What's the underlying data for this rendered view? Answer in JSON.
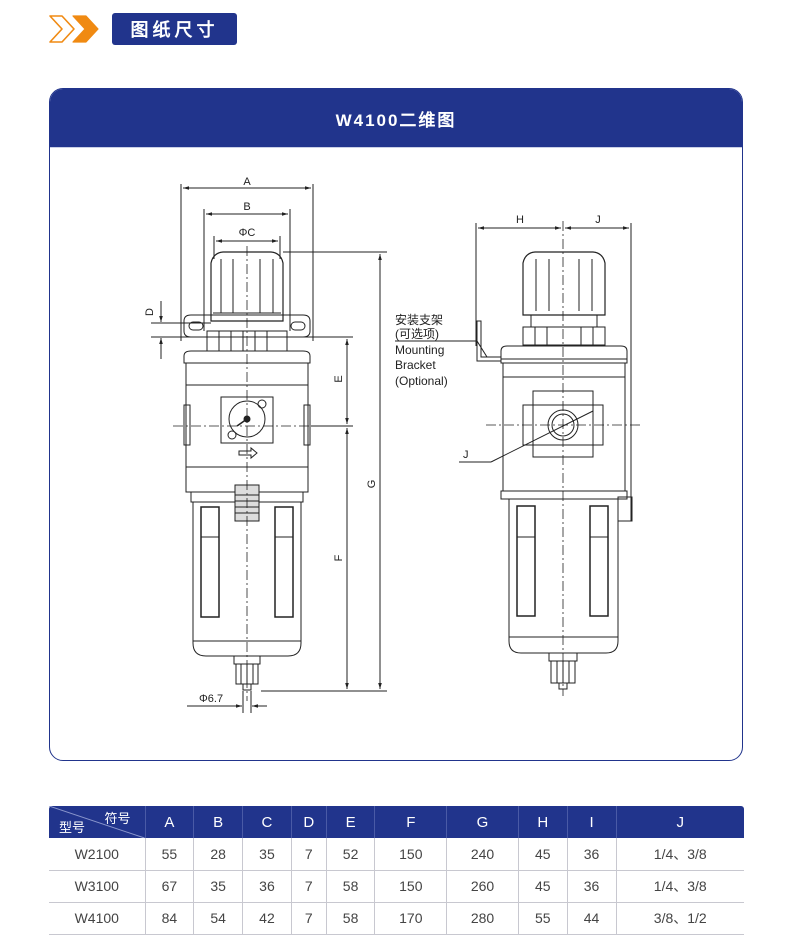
{
  "section": {
    "title": "图纸尺寸",
    "chevron_colors": [
      "#f08a12",
      "#f08a12"
    ]
  },
  "drawing": {
    "title": "W4100二维图",
    "front_view": {
      "labels": {
        "A": "A",
        "B": "B",
        "C": "ΦC",
        "D": "D",
        "E": "E",
        "F": "F",
        "G": "G",
        "drain": "Φ6.7"
      }
    },
    "side_view": {
      "labels": {
        "H": "H",
        "J_top": "J",
        "J_port": "J"
      },
      "bracket_callout": [
        "安装支架",
        "(可选项)",
        "Mounting",
        "Bracket",
        "(Optional)"
      ]
    }
  },
  "spec_table": {
    "corner": {
      "top": "符号",
      "bottom": "型号"
    },
    "columns": [
      "A",
      "B",
      "C",
      "D",
      "E",
      "F",
      "G",
      "H",
      "I",
      "J"
    ],
    "rows": [
      {
        "model": "W2100",
        "values": [
          "55",
          "28",
          "35",
          "7",
          "52",
          "150",
          "240",
          "45",
          "36",
          "1/4、3/8"
        ]
      },
      {
        "model": "W3100",
        "values": [
          "67",
          "35",
          "36",
          "7",
          "58",
          "150",
          "260",
          "45",
          "36",
          "1/4、3/8"
        ]
      },
      {
        "model": "W4100",
        "values": [
          "84",
          "54",
          "42",
          "7",
          "58",
          "170",
          "280",
          "55",
          "44",
          "3/8、1/2"
        ]
      }
    ]
  },
  "colors": {
    "brand_blue": "#21348c",
    "accent_orange": "#f08a12"
  }
}
